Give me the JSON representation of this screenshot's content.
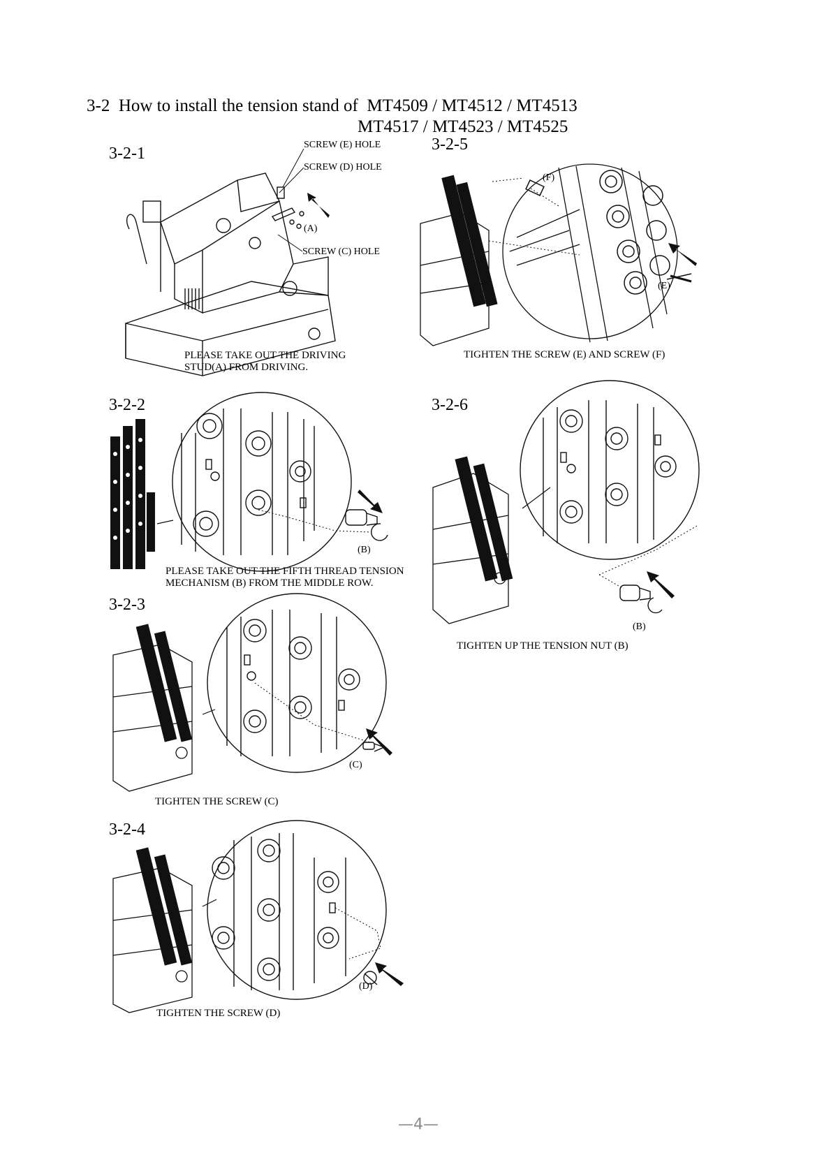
{
  "heading": {
    "number": "3-2",
    "text": "How to install the tension stand of",
    "models_line1": "MT4509 / MT4512 / MT4513",
    "models_line2": "MT4517 / MT4523 / MT4525"
  },
  "steps": {
    "s1": {
      "label": "3-2-1",
      "caption_line1": "PLEASE TAKE OUT THE DRIVING",
      "caption_line2": "STUD(A) FROM DRIVING.",
      "callouts": {
        "e_hole": "SCREW (E) HOLE",
        "d_hole": "SCREW (D) HOLE",
        "c_hole": "SCREW (C) HOLE",
        "a": "(A)"
      }
    },
    "s2": {
      "label": "3-2-2",
      "caption_line1": "PLEASE TAKE OUT THE FIFTH THREAD TENSION",
      "caption_line2": "MECHANISM (B) FROM THE MIDDLE ROW.",
      "callouts": {
        "b": "(B)"
      }
    },
    "s3": {
      "label": "3-2-3",
      "caption": "TIGHTEN THE SCREW (C)",
      "callouts": {
        "c": "(C)"
      }
    },
    "s4": {
      "label": "3-2-4",
      "caption": "TIGHTEN THE SCREW (D)",
      "callouts": {
        "d": "(D)"
      }
    },
    "s5": {
      "label": "3-2-5",
      "caption": "TIGHTEN THE SCREW (E) AND SCREW (F)",
      "callouts": {
        "f": "(F)",
        "e": "(E)"
      }
    },
    "s6": {
      "label": "3-2-6",
      "caption": "TIGHTEN UP THE TENSION NUT (B)",
      "callouts": {
        "b": "(B)"
      }
    }
  },
  "page_number": "—4—"
}
